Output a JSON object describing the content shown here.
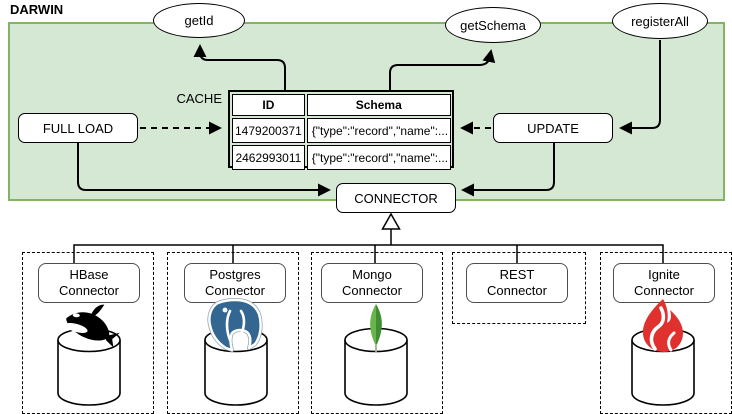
{
  "diagram_title": "DARWIN",
  "api_endpoints": [
    {
      "label": "getId"
    },
    {
      "label": "getSchema"
    },
    {
      "label": "registerAll"
    }
  ],
  "cache": {
    "label": "CACHE",
    "table": {
      "headers": [
        "ID",
        "Schema"
      ],
      "rows": [
        {
          "id": "1479200371",
          "schema": "{\"type\":\"record\",\"name\":..."
        },
        {
          "id": "2462993011",
          "schema": "{\"type\":\"record\",\"name\":..."
        }
      ]
    }
  },
  "processes": {
    "full_load": "FULL LOAD",
    "update": "UPDATE",
    "connector": "CONNECTOR"
  },
  "connectors": [
    {
      "label": "HBase Connector",
      "icon": "orca-icon"
    },
    {
      "label": "Postgres Connector",
      "icon": "postgresql-elephant-icon"
    },
    {
      "label": "Mongo Connector",
      "icon": "mongodb-leaf-icon"
    },
    {
      "label": "REST Connector",
      "icon": ""
    },
    {
      "label": "Ignite Connector",
      "icon": "ignite-flame-icon"
    }
  ],
  "colors": {
    "region_fill": "#d5e8d4",
    "region_border": "#82b366",
    "line_color": "#000000",
    "postgres_blue": "#336791",
    "mongo_green_light": "#67b54b",
    "mongo_green_dark": "#3f8e33",
    "ignite_red": "#e0312e"
  }
}
